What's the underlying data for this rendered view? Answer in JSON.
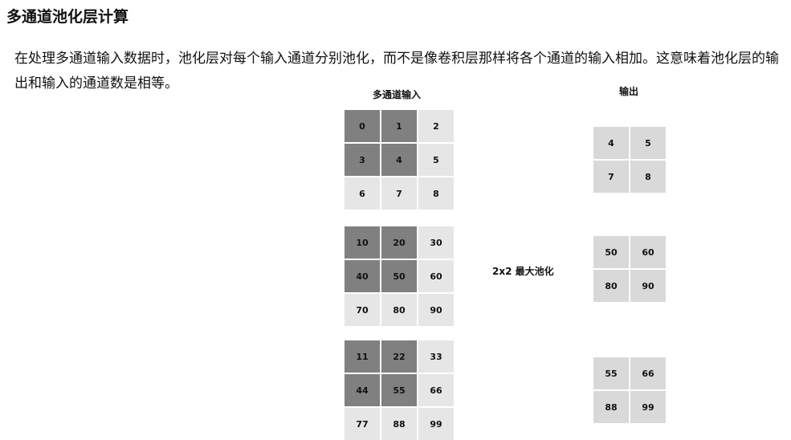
{
  "title": "多通道池化层计算",
  "intro": "在处理多通道输入数据时，池化层对每个输入通道分别池化，而不是像卷积层那样将各个通道的输入相加。这意味着池化层的输出和输入的通道数是相等。",
  "input_label": "多通道输入",
  "output_label": "输出",
  "operation_label": "2x2 最大池化",
  "input_channels": [
    {
      "cells": [
        "0",
        "1",
        "2",
        "3",
        "4",
        "5",
        "6",
        "7",
        "8"
      ],
      "pool_window": [
        0,
        1,
        3,
        4
      ]
    },
    {
      "cells": [
        "10",
        "20",
        "30",
        "40",
        "50",
        "60",
        "70",
        "80",
        "90"
      ],
      "pool_window": [
        0,
        1,
        3,
        4
      ]
    },
    {
      "cells": [
        "11",
        "22",
        "33",
        "44",
        "55",
        "66",
        "77",
        "88",
        "99"
      ],
      "pool_window": [
        0,
        1,
        3,
        4
      ]
    }
  ],
  "output_channels": [
    {
      "cells": [
        "4",
        "5",
        "7",
        "8"
      ]
    },
    {
      "cells": [
        "50",
        "60",
        "80",
        "90"
      ]
    },
    {
      "cells": [
        "55",
        "66",
        "88",
        "99"
      ]
    }
  ]
}
